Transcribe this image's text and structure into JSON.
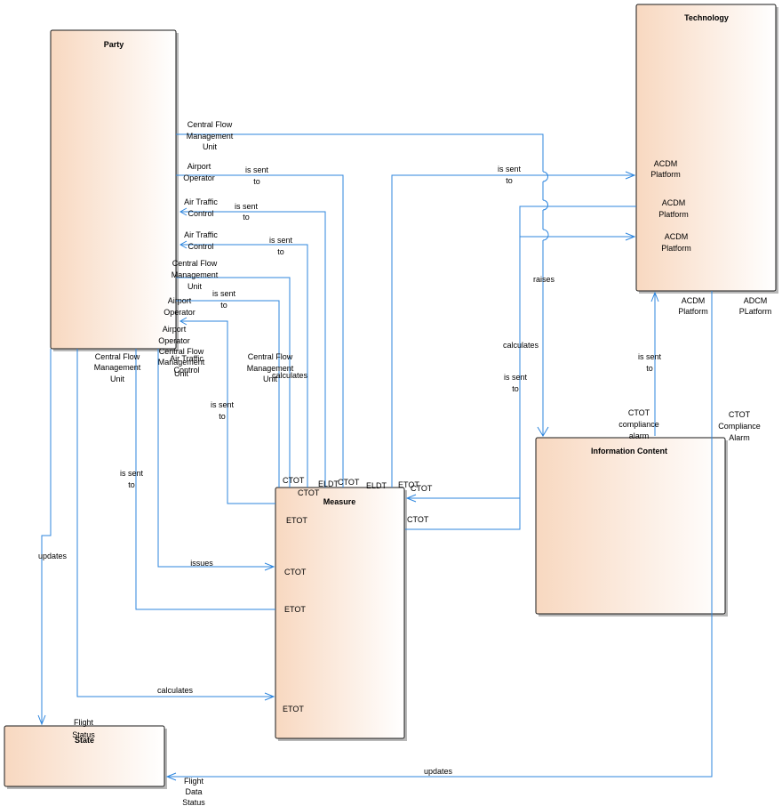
{
  "entities": {
    "party": "Party",
    "technology": "Technology",
    "measure": "Measure",
    "information_content": "Information Content",
    "flight_state": "State"
  },
  "connectors": {
    "is_sent_to": [
      "is sent",
      "to"
    ],
    "calculates": "calculates",
    "issues": "issues",
    "updates": "updates",
    "raises": "raises"
  },
  "roles": {
    "central_flow_management_unit": [
      "Central Flow",
      "Management",
      "Unit"
    ],
    "airport_operator": [
      "Airport",
      "Operator"
    ],
    "air_traffic_control": [
      "Air Traffic",
      "Control"
    ],
    "acdm_platform": [
      "ACDM",
      "Platform"
    ],
    "adcm_platform": [
      "ADCM",
      "PLatform"
    ],
    "ctot_compliance_alarm_lower": [
      "CTOT",
      "compliance",
      "alarm"
    ],
    "ctot_compliance_alarm": [
      "CTOT",
      "Compliance",
      "Alarm"
    ],
    "flight_status": [
      "Flight",
      "Status"
    ],
    "flight_data_status": [
      "Flight",
      "Data",
      "Status"
    ],
    "ctot": "CTOT",
    "etot": "ETOT",
    "eldt": "ELDT"
  },
  "colors": {
    "connector": "#2e86de",
    "box_fill_start": "#f8d8c0",
    "box_fill_end": "#ffffff",
    "box_border": "#1a1a1a"
  }
}
